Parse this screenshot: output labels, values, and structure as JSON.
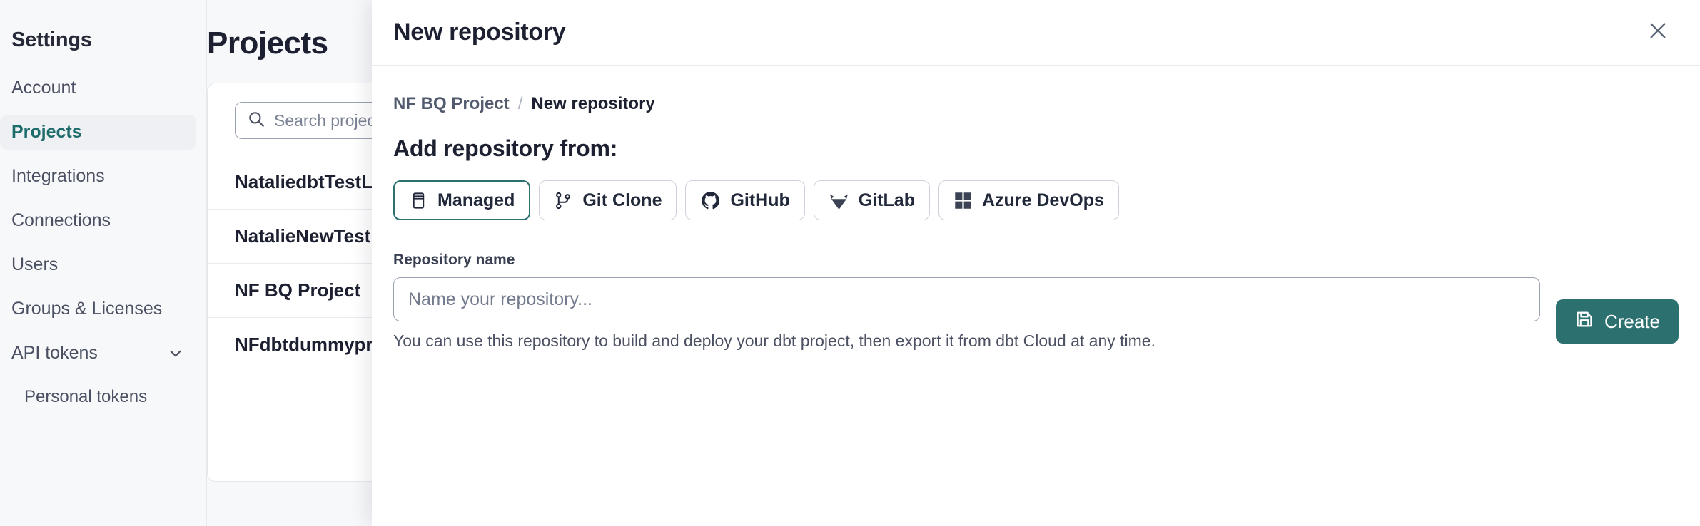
{
  "sidebar": {
    "title": "Settings",
    "items": [
      {
        "label": "Account",
        "active": false,
        "sub": false,
        "caret": false
      },
      {
        "label": "Projects",
        "active": true,
        "sub": false,
        "caret": false
      },
      {
        "label": "Integrations",
        "active": false,
        "sub": false,
        "caret": false
      },
      {
        "label": "Connections",
        "active": false,
        "sub": false,
        "caret": false
      },
      {
        "label": "Users",
        "active": false,
        "sub": false,
        "caret": false
      },
      {
        "label": "Groups & Licenses",
        "active": false,
        "sub": false,
        "caret": false
      },
      {
        "label": "API tokens",
        "active": false,
        "sub": false,
        "caret": true
      },
      {
        "label": "Personal tokens",
        "active": false,
        "sub": true,
        "caret": false
      }
    ]
  },
  "main": {
    "page_title": "Projects",
    "search": {
      "placeholder": "Search projects by name...",
      "value": "",
      "icon": "search-icon"
    },
    "projects": [
      "NataliedbtTestLearn T",
      "NatalieNewTest",
      "NF BQ Project",
      "NFdbtdummyproject"
    ]
  },
  "drawer": {
    "title": "New repository",
    "close_icon": "close-icon",
    "breadcrumb": {
      "parent": "NF BQ Project",
      "separator": "/",
      "current": "New repository"
    },
    "section_heading": "Add repository from:",
    "tabs": [
      {
        "label": "Managed",
        "icon": "database-icon",
        "selected": true
      },
      {
        "label": "Git Clone",
        "icon": "git-branch-icon",
        "selected": false
      },
      {
        "label": "GitHub",
        "icon": "github-icon",
        "selected": false
      },
      {
        "label": "GitLab",
        "icon": "gitlab-icon",
        "selected": false
      },
      {
        "label": "Azure DevOps",
        "icon": "azure-devops-icon",
        "selected": false
      }
    ],
    "repo_name_label": "Repository name",
    "repo_name_placeholder": "Name your repository...",
    "repo_name_value": "",
    "helper_text": "You can use this repository to build and deploy your dbt project, then export it from dbt Cloud at any time.",
    "create_label": "Create",
    "create_icon": "save-icon"
  },
  "colors": {
    "accent_teal": "#2d7070",
    "text_dark": "#1c2030",
    "text_muted": "#4b5162",
    "border": "#cdd2dc",
    "page_bg": "#f7f8fa"
  }
}
